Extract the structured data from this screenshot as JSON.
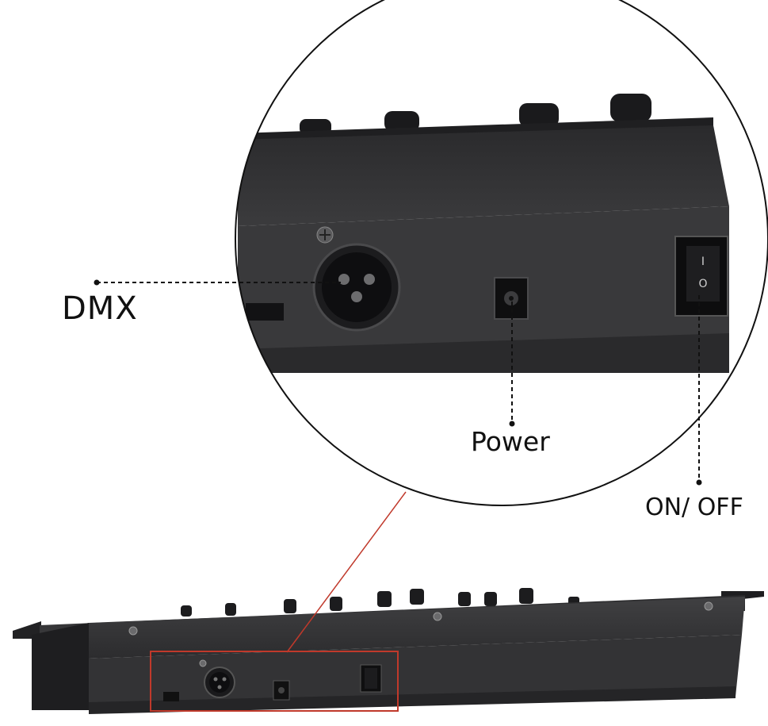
{
  "labels": {
    "dmx": "DMX",
    "power": "Power",
    "on_off": "ON/ OFF"
  },
  "switch_marks": {
    "on": "I",
    "off": "O"
  },
  "colors": {
    "background": "#ffffff",
    "device_body": "#2b2b2d",
    "device_face": "#3a3a3c",
    "highlight_box": "#c0392b",
    "callout_line": "#111111"
  }
}
